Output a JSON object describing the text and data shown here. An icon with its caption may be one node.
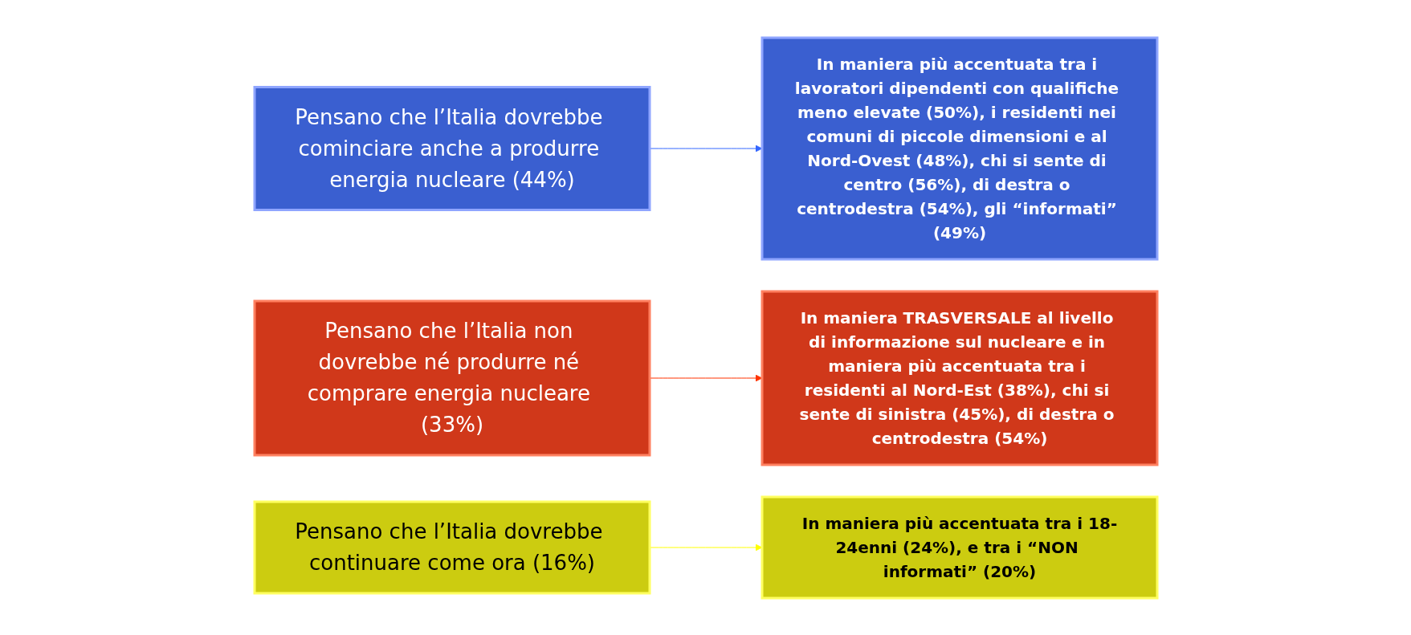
{
  "diagram": {
    "nodes": [
      {
        "text": [
          "Pensano che l’Italia dovrebbe cominciare anche a produrre energia nucleare (44%)"
        ]
      },
      {
        "text": [
          "In maniera più accentuata tra i lavoratori dipendenti con qualifiche meno elevate (50%), i residenti nei comuni di piccole dimensioni e al Nord-Ovest (48%), chi si sente di centro (56%), di destra o centrodestra (54%), gli “informati” (49%)"
        ]
      },
      {
        "text": [
          "Pensano che l’Italia non dovrebbe né produrre né comprare energia nucleare (33%)"
        ]
      },
      {
        "text": [
          "In maniera TRASVERSALE al livello di informazione sul nucleare e in maniera più accentuata tra i residenti al Nord-Est (38%), chi si sente di sinistra (45%), di destra o centrodestra (54%)"
        ]
      },
      {
        "text": [
          "Pensano che l’Italia dovrebbe continuare come ora (16%)"
        ]
      },
      {
        "text": [
          "In maniera più accentuata tra i 18-24enni (24%), e tra i “NON informati” (20%)"
        ]
      }
    ],
    "edges": [
      {
        "from": 0,
        "to": 1,
        "arrow": "to",
        "color": "#3366ff"
      },
      {
        "from": 2,
        "to": 3,
        "arrow": "to",
        "color": "#ff3300"
      },
      {
        "from": 4,
        "to": 5,
        "arrow": "to",
        "color": "#ffff00"
      }
    ]
  }
}
